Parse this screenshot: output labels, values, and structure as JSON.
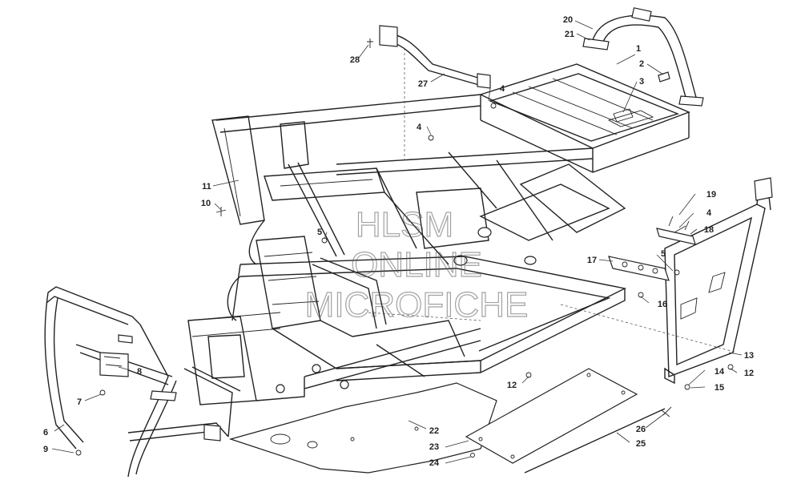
{
  "watermark": {
    "line1": "HLSM",
    "line2": "ONLINE",
    "line3": "MICROFICHE"
  },
  "callouts": [
    {
      "id": "c1",
      "text": "1"
    },
    {
      "id": "c2",
      "text": "2"
    },
    {
      "id": "c3",
      "text": "3"
    },
    {
      "id": "c4a",
      "text": "4"
    },
    {
      "id": "c4b",
      "text": "4"
    },
    {
      "id": "c4c",
      "text": "4"
    },
    {
      "id": "c5a",
      "text": "5"
    },
    {
      "id": "c5b",
      "text": "5"
    },
    {
      "id": "c6",
      "text": "6"
    },
    {
      "id": "c7",
      "text": "7"
    },
    {
      "id": "c8",
      "text": "8"
    },
    {
      "id": "c9",
      "text": "9"
    },
    {
      "id": "c10",
      "text": "10"
    },
    {
      "id": "c11",
      "text": "11"
    },
    {
      "id": "c12a",
      "text": "12"
    },
    {
      "id": "c12b",
      "text": "12"
    },
    {
      "id": "c13",
      "text": "13"
    },
    {
      "id": "c14",
      "text": "14"
    },
    {
      "id": "c15",
      "text": "15"
    },
    {
      "id": "c16",
      "text": "16"
    },
    {
      "id": "c17",
      "text": "17"
    },
    {
      "id": "c18",
      "text": "18"
    },
    {
      "id": "c19",
      "text": "19"
    },
    {
      "id": "c20",
      "text": "20"
    },
    {
      "id": "c21",
      "text": "21"
    },
    {
      "id": "c22",
      "text": "22"
    },
    {
      "id": "c23",
      "text": "23"
    },
    {
      "id": "c24",
      "text": "24"
    },
    {
      "id": "c25",
      "text": "25"
    },
    {
      "id": "c26",
      "text": "26"
    },
    {
      "id": "c27",
      "text": "27"
    },
    {
      "id": "c28",
      "text": "28"
    }
  ]
}
